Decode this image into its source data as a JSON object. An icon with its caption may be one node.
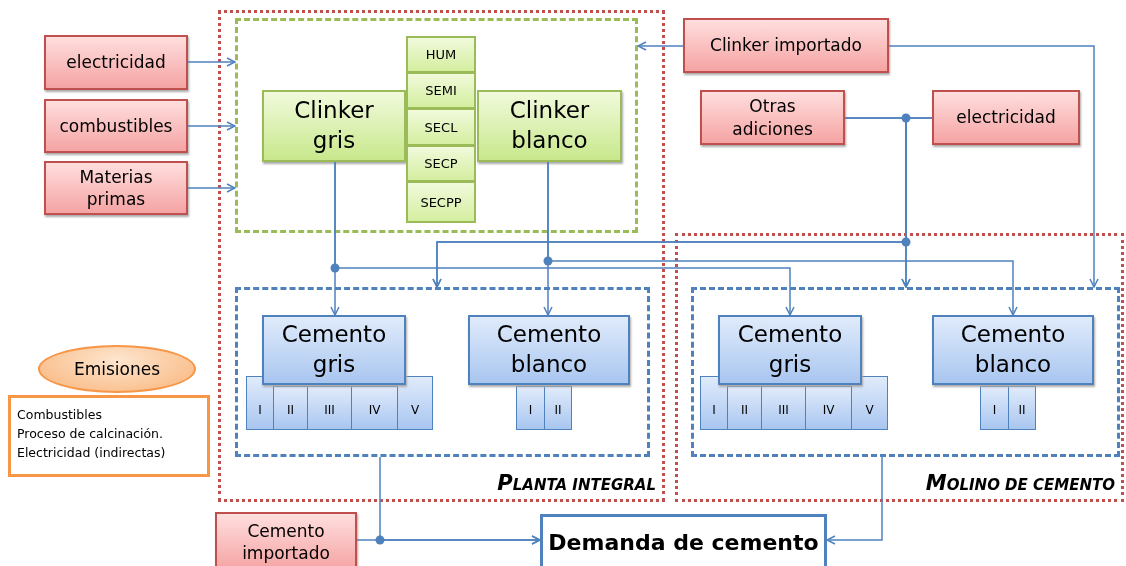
{
  "diagram": {
    "nodes": [
      {
        "text": [
          "electricidad"
        ]
      },
      {
        "text": [
          "combustibles"
        ]
      },
      {
        "text": [
          "Materias primas"
        ]
      },
      {
        "text": [
          "PLANTA INTEGRAL"
        ]
      },
      {
        "text": [],
        "shape": "box",
        "in": 3
      },
      {
        "text": [
          "Clinker gris"
        ],
        "in": 4
      },
      {
        "text": [
          "Clinker blanco"
        ],
        "in": 4
      },
      {
        "text": [
          "HUM"
        ],
        "in": 4
      },
      {
        "text": [
          "SEMI"
        ],
        "in": 4
      },
      {
        "text": [
          "SECL"
        ],
        "in": 4
      },
      {
        "text": [
          "SECP"
        ],
        "in": 4
      },
      {
        "text": [
          "SECPP"
        ],
        "in": 4
      },
      {
        "text": [],
        "shape": "box",
        "in": 3
      },
      {
        "text": [
          "Cemento gris"
        ],
        "in": 12
      },
      {
        "text": [
          "I"
        ],
        "in": 12
      },
      {
        "text": [
          "II"
        ],
        "in": 12
      },
      {
        "text": [
          "III"
        ],
        "in": 12
      },
      {
        "text": [
          "IV"
        ],
        "in": 12
      },
      {
        "text": [
          "V"
        ],
        "in": 12
      },
      {
        "text": [
          "Cemento blanco"
        ],
        "in": 12
      },
      {
        "text": [
          "I"
        ],
        "in": 12
      },
      {
        "text": [
          "II"
        ],
        "in": 12
      },
      {
        "text": [
          "MOLINO DE CEMENTO"
        ]
      },
      {
        "text": [],
        "shape": "box",
        "in": 22
      },
      {
        "text": [
          "Cemento gris"
        ],
        "in": 23
      },
      {
        "text": [
          "I"
        ],
        "in": 23
      },
      {
        "text": [
          "II"
        ],
        "in": 23
      },
      {
        "text": [
          "III"
        ],
        "in": 23
      },
      {
        "text": [
          "IV"
        ],
        "in": 23
      },
      {
        "text": [
          "V"
        ],
        "in": 23
      },
      {
        "text": [
          "Cemento blanco"
        ],
        "in": 23
      },
      {
        "text": [
          "I"
        ],
        "in": 23
      },
      {
        "text": [
          "II"
        ],
        "in": 23
      },
      {
        "text": [
          "Clinker importado"
        ]
      },
      {
        "text": [
          "Otras adiciones"
        ]
      },
      {
        "text": [
          "electricidad"
        ]
      },
      {
        "text": [
          "Emisiones"
        ]
      },
      {
        "text": [
          "Combustibles",
          "Proceso de calcinación.",
          "Electricidad (indirectas)"
        ]
      },
      {
        "text": [
          "Cemento importado"
        ]
      },
      {
        "text": [
          "Demanda de cemento"
        ]
      }
    ],
    "edges": [
      {
        "from": 0,
        "to": 4,
        "arrow": "to"
      },
      {
        "from": 1,
        "to": 4,
        "arrow": "to"
      },
      {
        "from": 2,
        "to": 4,
        "arrow": "to"
      },
      {
        "from": 33,
        "to": 4,
        "arrow": "to"
      },
      {
        "from": 33,
        "to": 23,
        "arrow": "to"
      },
      {
        "from": 5,
        "to": 13,
        "arrow": "to"
      },
      {
        "from": 5,
        "to": 24,
        "arrow": "to"
      },
      {
        "from": 6,
        "to": 19,
        "arrow": "to"
      },
      {
        "from": 6,
        "to": 30,
        "arrow": "to"
      },
      {
        "from": 34,
        "to": 23,
        "arrow": "to"
      },
      {
        "from": 35,
        "to": 23,
        "arrow": "to"
      },
      {
        "from": 34,
        "to": 12,
        "arrow": "to"
      },
      {
        "from": 35,
        "to": 12,
        "arrow": "to"
      },
      {
        "from": 12,
        "to": 39,
        "arrow": "to"
      },
      {
        "from": 38,
        "to": 39,
        "arrow": "to"
      },
      {
        "from": 23,
        "to": 39,
        "arrow": "to"
      }
    ]
  }
}
